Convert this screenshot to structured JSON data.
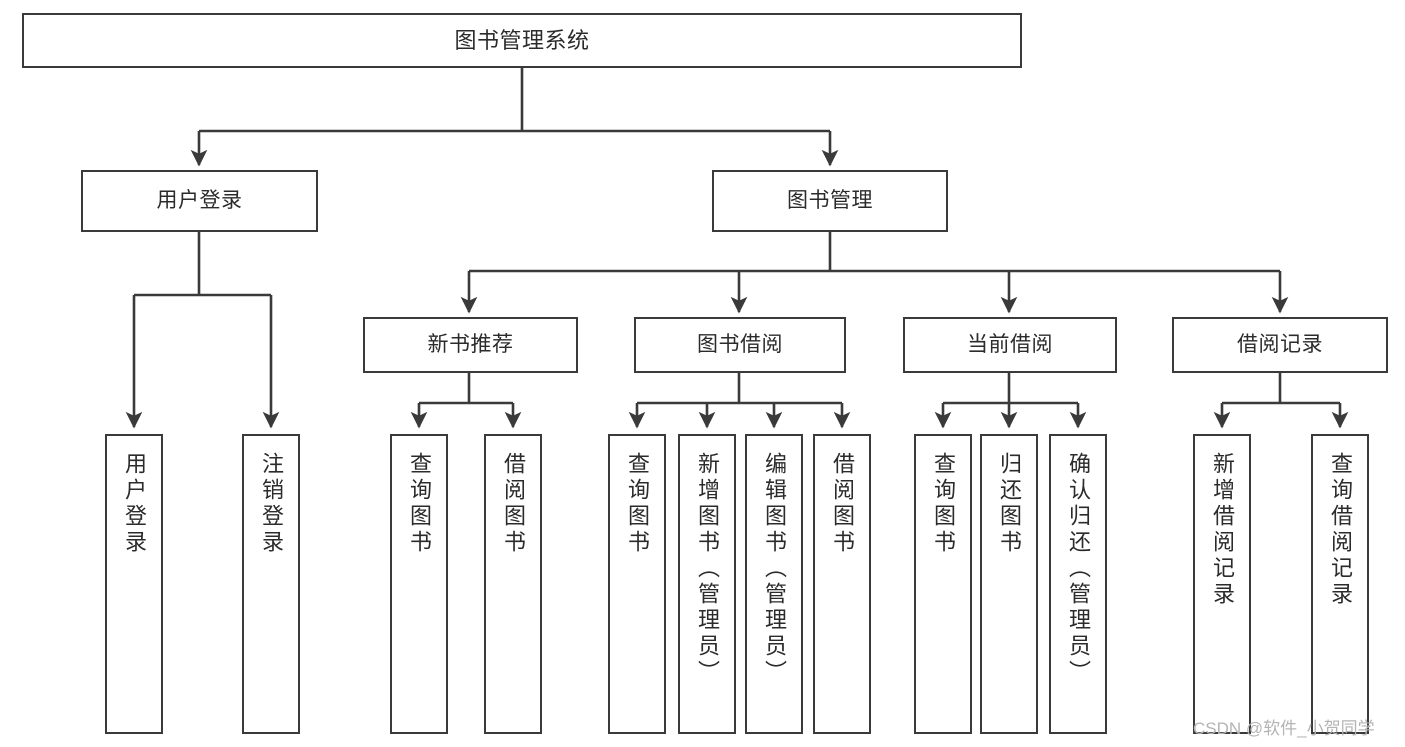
{
  "diagram": {
    "type": "tree-hierarchy-flowchart",
    "title": "图书管理系统",
    "stroke_color": "#3a3a3a",
    "fill_color": "#ffffff",
    "text_color": "#2b2b2b",
    "levels": 4,
    "root": {
      "id": "root",
      "label": "图书管理系统",
      "orientation": "horizontal"
    },
    "level2": [
      {
        "id": "user-login",
        "label": "用户登录",
        "orientation": "horizontal"
      },
      {
        "id": "book-manage",
        "label": "图书管理",
        "orientation": "horizontal"
      }
    ],
    "level3": [
      {
        "id": "new-book-recommend",
        "label": "新书推荐",
        "orientation": "horizontal",
        "parent": "book-manage"
      },
      {
        "id": "book-borrow",
        "label": "图书借阅",
        "orientation": "horizontal",
        "parent": "book-manage"
      },
      {
        "id": "current-borrow",
        "label": "当前借阅",
        "orientation": "horizontal",
        "parent": "book-manage"
      },
      {
        "id": "borrow-record",
        "label": "借阅记录",
        "orientation": "horizontal",
        "parent": "book-manage"
      }
    ],
    "leaves": [
      {
        "id": "leaf-user-login",
        "label": "用户登录",
        "parent": "user-login",
        "orientation": "vertical"
      },
      {
        "id": "leaf-user-logout",
        "label": "注销登录",
        "parent": "user-login",
        "orientation": "vertical"
      },
      {
        "id": "leaf-query-book-1",
        "label": "查询图书",
        "parent": "new-book-recommend",
        "orientation": "vertical"
      },
      {
        "id": "leaf-borrow-book-1",
        "label": "借阅图书",
        "parent": "new-book-recommend",
        "orientation": "vertical"
      },
      {
        "id": "leaf-query-book-2",
        "label": "查询图书",
        "parent": "book-borrow",
        "orientation": "vertical"
      },
      {
        "id": "leaf-add-book",
        "label": "新增图书（管理员）",
        "parent": "book-borrow",
        "orientation": "vertical"
      },
      {
        "id": "leaf-edit-book",
        "label": "编辑图书（管理员）",
        "parent": "book-borrow",
        "orientation": "vertical"
      },
      {
        "id": "leaf-borrow-book-2",
        "label": "借阅图书",
        "parent": "book-borrow",
        "orientation": "vertical"
      },
      {
        "id": "leaf-query-book-3",
        "label": "查询图书",
        "parent": "current-borrow",
        "orientation": "vertical"
      },
      {
        "id": "leaf-return-book",
        "label": "归还图书",
        "parent": "current-borrow",
        "orientation": "vertical"
      },
      {
        "id": "leaf-confirm-return",
        "label": "确认归还（管理员）",
        "parent": "current-borrow",
        "orientation": "vertical"
      },
      {
        "id": "leaf-add-record",
        "label": "新增借阅记录",
        "parent": "borrow-record",
        "orientation": "vertical"
      },
      {
        "id": "leaf-query-record",
        "label": "查询借阅记录",
        "parent": "borrow-record",
        "orientation": "vertical"
      }
    ]
  },
  "watermark": {
    "text": "CSDN @软件_小贺同学",
    "color": "#b4b4b4"
  }
}
